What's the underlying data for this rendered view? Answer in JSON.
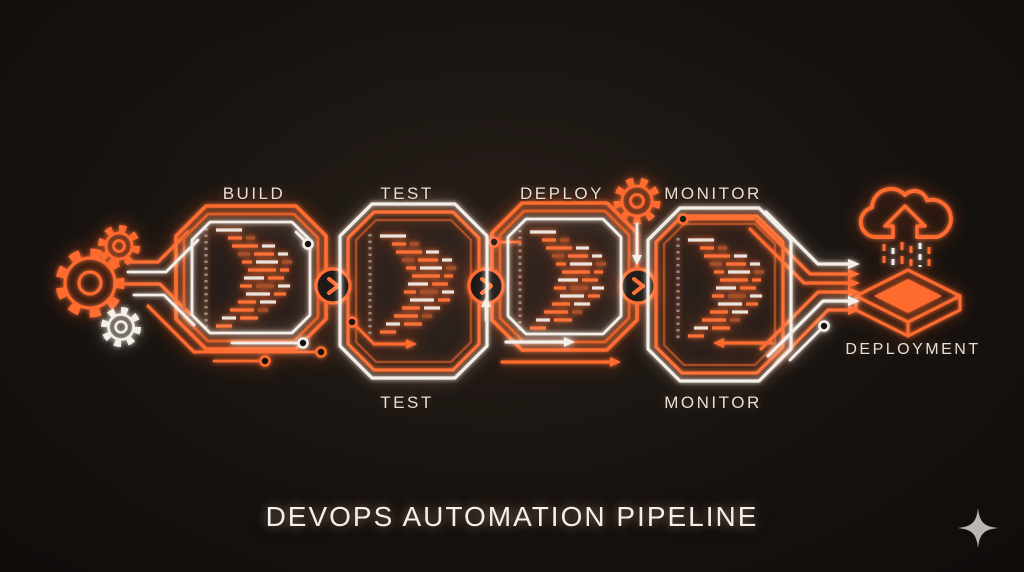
{
  "title": "DEVOPS AUTOMATION PIPELINE",
  "stages": {
    "build": {
      "label": "BUILD"
    },
    "test": {
      "label": "TEST",
      "label_below": "TEST"
    },
    "deploy": {
      "label": "DEPLOY"
    },
    "monitor": {
      "label": "MONITOR",
      "label_below": "MONITOR"
    }
  },
  "output": {
    "label": "DEPLOYMENT"
  },
  "icons": {
    "gear_large_orange": "gear",
    "gear_small_orange": "gear",
    "gear_small_white": "gear",
    "gear_pipeline_small": "gear",
    "stage_connector": "chevron-right-in-circle",
    "cloud_upload": "cloud-with-up-arrow",
    "deployment_platform": "isometric-box",
    "sparkle_logo": "four-point-star"
  },
  "colors": {
    "accent_orange": "#ff6a2e",
    "accent_orange_dim": "#a04a26",
    "neon_white": "#f4efe9",
    "background": "#100d0b",
    "sparkle_gray": "#b9b7b4"
  }
}
